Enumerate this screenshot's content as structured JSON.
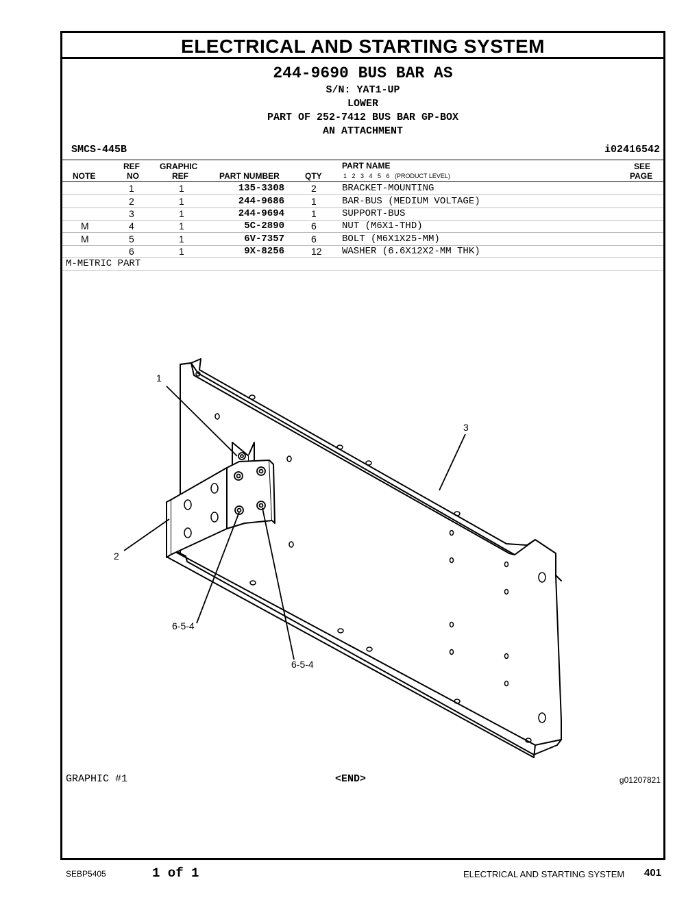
{
  "page": {
    "section_title": "ELECTRICAL AND STARTING SYSTEM",
    "group_title": "244-9690 BUS BAR AS",
    "sn": "S/N: YAT1-UP",
    "position": "LOWER",
    "part_of": "PART OF 252-7412 BUS BAR GP-BOX",
    "attachment": "AN ATTACHMENT",
    "smcs": "SMCS-445B",
    "doc_id": "i02416542"
  },
  "table": {
    "headers": {
      "note": "NOTE",
      "ref_top": "REF",
      "ref_bottom": "NO",
      "graphic_top": "GRAPHIC",
      "graphic_bottom": "REF",
      "part_number": "PART NUMBER",
      "qty": "QTY",
      "part_name": "PART NAME",
      "product_levels": "1   2   3   4   5   6   (PRODUCT LEVEL)",
      "see_top": "SEE",
      "see_bottom": "PAGE"
    },
    "rows": [
      {
        "note": "",
        "ref": "1",
        "graphic": "1",
        "part_number": "135-3308",
        "qty": "2",
        "part_name": "BRACKET-MOUNTING"
      },
      {
        "note": "",
        "ref": "2",
        "graphic": "1",
        "part_number": "244-9686",
        "qty": "1",
        "part_name": "BAR-BUS (MEDIUM VOLTAGE)"
      },
      {
        "note": "",
        "ref": "3",
        "graphic": "1",
        "part_number": "244-9694",
        "qty": "1",
        "part_name": "SUPPORT-BUS"
      },
      {
        "note": "M",
        "ref": "4",
        "graphic": "1",
        "part_number": "5C-2890",
        "qty": "6",
        "part_name": "NUT (M6X1-THD)"
      },
      {
        "note": "M",
        "ref": "5",
        "graphic": "1",
        "part_number": "6V-7357",
        "qty": "6",
        "part_name": "BOLT (M6X1X25-MM)"
      },
      {
        "note": "",
        "ref": "6",
        "graphic": "1",
        "part_number": "9X-8256",
        "qty": "12",
        "part_name": "WASHER (6.6X12X2-MM THK)"
      }
    ],
    "footnote": "M-METRIC PART"
  },
  "graphic": {
    "callouts": {
      "c1": "1",
      "c2": "2",
      "c3": "3",
      "c4": "6-5-4",
      "c5": "6-5-4"
    },
    "label": "GRAPHIC #1",
    "end": "<END>",
    "id": "g01207821"
  },
  "footer": {
    "doc": "SEBP5405",
    "pages": "1 of 1",
    "section": "ELECTRICAL AND STARTING SYSTEM",
    "page_number": "401"
  }
}
